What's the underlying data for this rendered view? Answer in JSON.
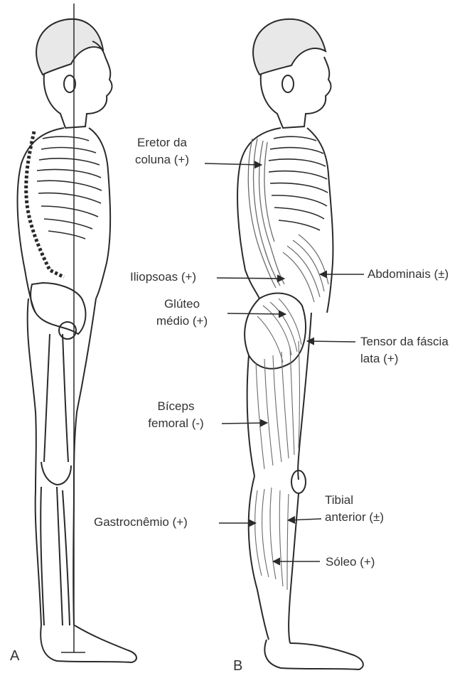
{
  "panels": [
    {
      "letter": "A"
    },
    {
      "letter": "B"
    }
  ],
  "labels": {
    "eretor": {
      "line1": "Eretor da",
      "line2": "coluna (+)"
    },
    "iliopsoas": "Iliopsoas (+)",
    "gluteo": {
      "line1": "Glúteo",
      "line2": "médio (+)"
    },
    "biceps": {
      "line1": "Bíceps",
      "line2": "femoral (-)"
    },
    "gastrocnemio": "Gastrocnêmio (+)",
    "abdominais": "Abdominais (±)",
    "tensor": {
      "line1": "Tensor da fáscia",
      "line2": "lata (+)"
    },
    "tibial": {
      "line1": "Tibial",
      "line2": "anterior (±)"
    },
    "soleo": "Sóleo (+)"
  },
  "colors": {
    "ink": "#2a2a2a",
    "skin": "#ffffff",
    "muscle": "#6b6b6b"
  }
}
